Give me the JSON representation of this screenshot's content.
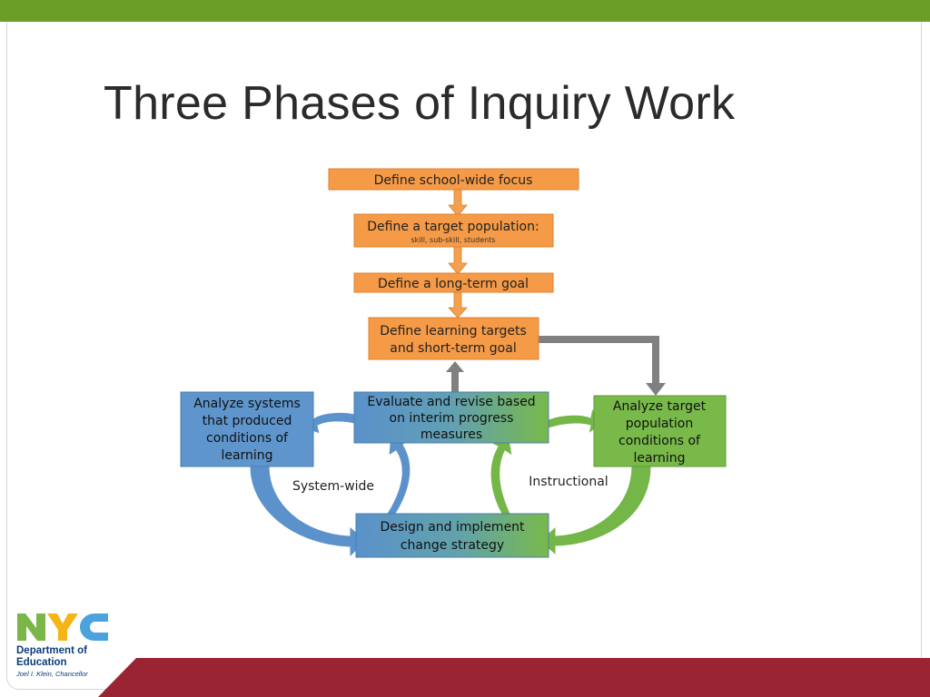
{
  "slide": {
    "title": "Three Phases of Inquiry Work"
  },
  "diagram": {
    "steps": {
      "focus": "Define school-wide focus",
      "population_line1": "Define a target population:",
      "population_line2": "skill, sub-skill, students",
      "long_goal": "Define a long-term goal",
      "targets_line1": "Define learning targets",
      "targets_line2": "and short-term goal",
      "evaluate_line1": "Evaluate and revise based",
      "evaluate_line2": "on interim progress",
      "evaluate_line3": "measures",
      "analyze_systems_line1": "Analyze systems",
      "analyze_systems_line2": "that produced",
      "analyze_systems_line3": "conditions of",
      "analyze_systems_line4": "learning",
      "analyze_target_line1": "Analyze target",
      "analyze_target_line2": "population",
      "analyze_target_line3": "conditions of",
      "analyze_target_line4": "learning",
      "design_line1": "Design and implement",
      "design_line2": "change strategy"
    },
    "cycle_labels": {
      "system": "System-wide",
      "instructional": "Instructional"
    },
    "colors": {
      "orange": "#f49a45",
      "blue": "#5e95cd",
      "green": "#78b94a",
      "gray_arrow": "#7f7f7f"
    }
  },
  "branding": {
    "logo_letters": "NYC",
    "department_line1": "Department of",
    "department_line2": "Education",
    "chancellor": "Joel I. Klein, Chancellor"
  },
  "colors": {
    "top_bar": "#6a9e27",
    "bottom_band": "#9b2433",
    "title_text": "#2b2b2b"
  }
}
